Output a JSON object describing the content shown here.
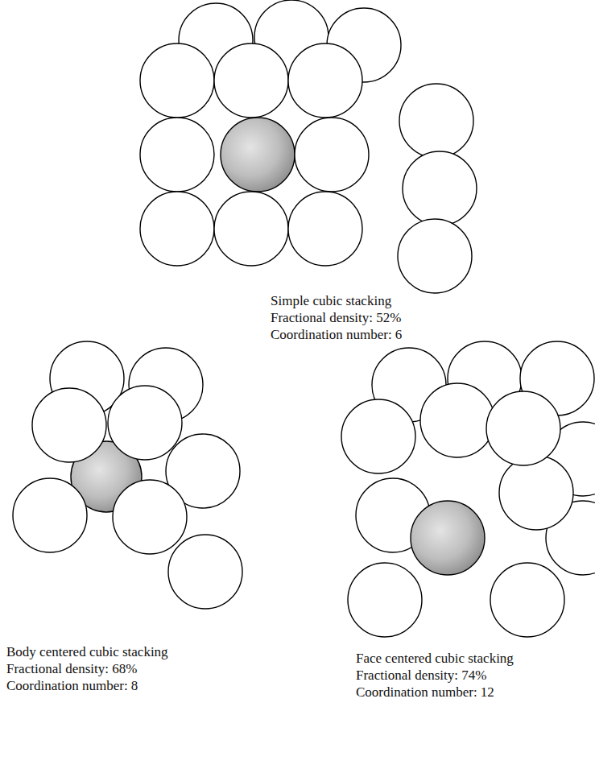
{
  "diagram": {
    "labels": [
      "Simple cubic stacking",
      "Fractional density:  52%",
      "Coordination number:  6",
      "Body centered cubic stacking",
      "Fractional density:  68%",
      "Coordination number:  8",
      "Face centered cubic stacking",
      "Fractional density:  74%",
      "Coordination number:  12"
    ]
  }
}
